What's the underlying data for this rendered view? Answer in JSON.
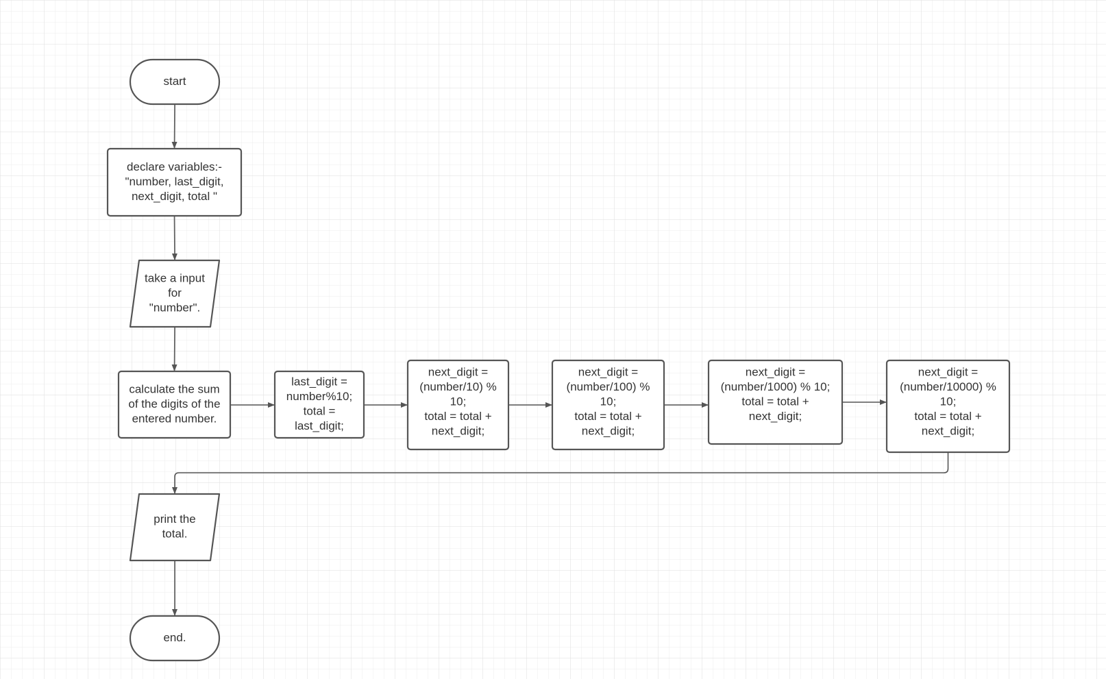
{
  "diagram": {
    "type": "flowchart",
    "nodes": [
      {
        "id": "start",
        "shape": "terminator",
        "lines": [
          "start"
        ]
      },
      {
        "id": "declare",
        "shape": "process",
        "lines": [
          "declare variables:-",
          "\"number, last_digit,",
          "next_digit, total \""
        ]
      },
      {
        "id": "input",
        "shape": "io",
        "lines": [
          "take a input",
          "for",
          "\"number\"."
        ]
      },
      {
        "id": "calc",
        "shape": "process",
        "lines": [
          "calculate the sum",
          "of the digits of the",
          "entered number."
        ]
      },
      {
        "id": "last",
        "shape": "process",
        "lines": [
          "last_digit =",
          "number%10;",
          "total =",
          "last_digit;"
        ]
      },
      {
        "id": "d10",
        "shape": "process",
        "lines": [
          "next_digit =",
          "(number/10) %",
          "10;",
          "total = total +",
          "next_digit;"
        ]
      },
      {
        "id": "d100",
        "shape": "process",
        "lines": [
          "next_digit =",
          "(number/100) %",
          "10;",
          "total = total +",
          "next_digit;"
        ]
      },
      {
        "id": "d1000",
        "shape": "process",
        "lines": [
          "next_digit =",
          "(number/1000) % 10;",
          "total = total +",
          "next_digit;"
        ]
      },
      {
        "id": "d10000",
        "shape": "process",
        "lines": [
          "next_digit =",
          "(number/10000) %",
          "10;",
          "total = total +",
          "next_digit;"
        ]
      },
      {
        "id": "print",
        "shape": "io",
        "lines": [
          "print the",
          "total."
        ]
      },
      {
        "id": "end",
        "shape": "terminator",
        "lines": [
          "end."
        ]
      }
    ],
    "edges": [
      {
        "from": "start",
        "to": "declare"
      },
      {
        "from": "declare",
        "to": "input"
      },
      {
        "from": "input",
        "to": "calc"
      },
      {
        "from": "calc",
        "to": "last"
      },
      {
        "from": "last",
        "to": "d10"
      },
      {
        "from": "d10",
        "to": "d100"
      },
      {
        "from": "d100",
        "to": "d1000"
      },
      {
        "from": "d1000",
        "to": "d10000"
      },
      {
        "from": "d10000",
        "to": "print"
      },
      {
        "from": "print",
        "to": "end"
      }
    ]
  }
}
